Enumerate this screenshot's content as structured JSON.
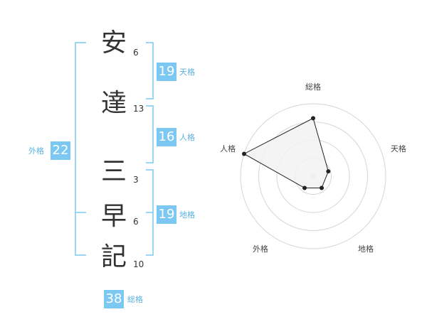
{
  "name": {
    "chars": [
      {
        "char": "安",
        "strokes": "6"
      },
      {
        "char": "達",
        "strokes": "13"
      },
      {
        "char": "三",
        "strokes": "3"
      },
      {
        "char": "早",
        "strokes": "6"
      },
      {
        "char": "記",
        "strokes": "10"
      }
    ]
  },
  "kaku": {
    "tenkaku": {
      "value": "19",
      "label": "天格"
    },
    "jinkaku": {
      "value": "16",
      "label": "人格"
    },
    "chikaku": {
      "value": "19",
      "label": "地格"
    },
    "gaikaku": {
      "value": "22",
      "label": "外格"
    },
    "soukaku": {
      "value": "38",
      "label": "総格"
    }
  },
  "chart_data": {
    "type": "radar",
    "axes": [
      "総格",
      "天格",
      "地格",
      "外格",
      "人格"
    ],
    "values": [
      0.8,
      0.22,
      0.2,
      0.2,
      1.0
    ],
    "range": [
      0,
      1
    ],
    "rings": 4,
    "colors": {
      "fill": "#f2f2f2",
      "line": "#222222",
      "grid": "#d6d6d6",
      "center": "#cccccc"
    }
  },
  "colors": {
    "accent": "#7cc8f2",
    "accent_text": "#5bb2e0",
    "bracket": "#7cc8f2"
  }
}
